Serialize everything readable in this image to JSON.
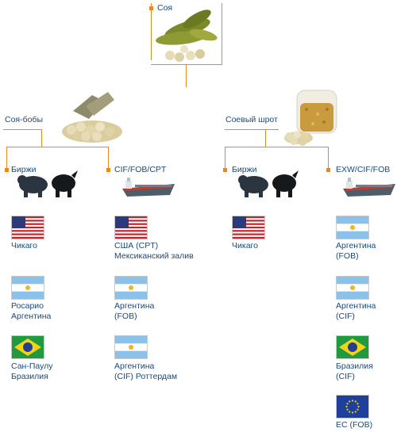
{
  "root": {
    "label": "Соя",
    "icon": "soy-pods-icon"
  },
  "branches": [
    {
      "label": "Соя-бобы",
      "icon": "soybeans-icon",
      "groups": [
        {
          "label": "Биржи",
          "icon": "bear-bull-icon",
          "items": [
            {
              "flag": "usa-flag-icon",
              "text": "Чикаго"
            },
            {
              "flag": "argentina-flag-icon",
              "text": "Росарио\nАргентина"
            },
            {
              "flag": "brazil-flag-icon",
              "text": "Сан-Паулу\nБразилия"
            }
          ]
        },
        {
          "label": "CIF/FOB/CPT",
          "icon": "cargo-ship-icon",
          "items": [
            {
              "flag": "usa-flag-icon",
              "text": "США (CPT)\nМексиканский залив"
            },
            {
              "flag": "argentina-flag-icon",
              "text": "Аргентина\n(FOB)"
            },
            {
              "flag": "argentina-flag-icon",
              "text": "Аргентина\n(CIF) Роттердам"
            }
          ]
        }
      ]
    },
    {
      "label": "Соевый шрот",
      "icon": "soybean-meal-jar-icon",
      "groups": [
        {
          "label": "Биржи",
          "icon": "bear-bull-icon",
          "items": [
            {
              "flag": "usa-flag-icon",
              "text": "Чикаго"
            }
          ]
        },
        {
          "label": "EXW/CIF/FOB",
          "icon": "cargo-ship-icon",
          "items": [
            {
              "flag": "argentina-flag-icon",
              "text": "Аргентина\n(FOB)"
            },
            {
              "flag": "argentina-flag-icon",
              "text": "Аргентина\n(CIF)"
            },
            {
              "flag": "brazil-flag-icon",
              "text": "Бразилия\n(CIF)"
            },
            {
              "flag": "eu-flag-icon",
              "text": "ЕС (FOB)"
            }
          ]
        }
      ]
    }
  ],
  "colors": {
    "accent": "#e58a1f",
    "text": "#1a4a7a"
  }
}
